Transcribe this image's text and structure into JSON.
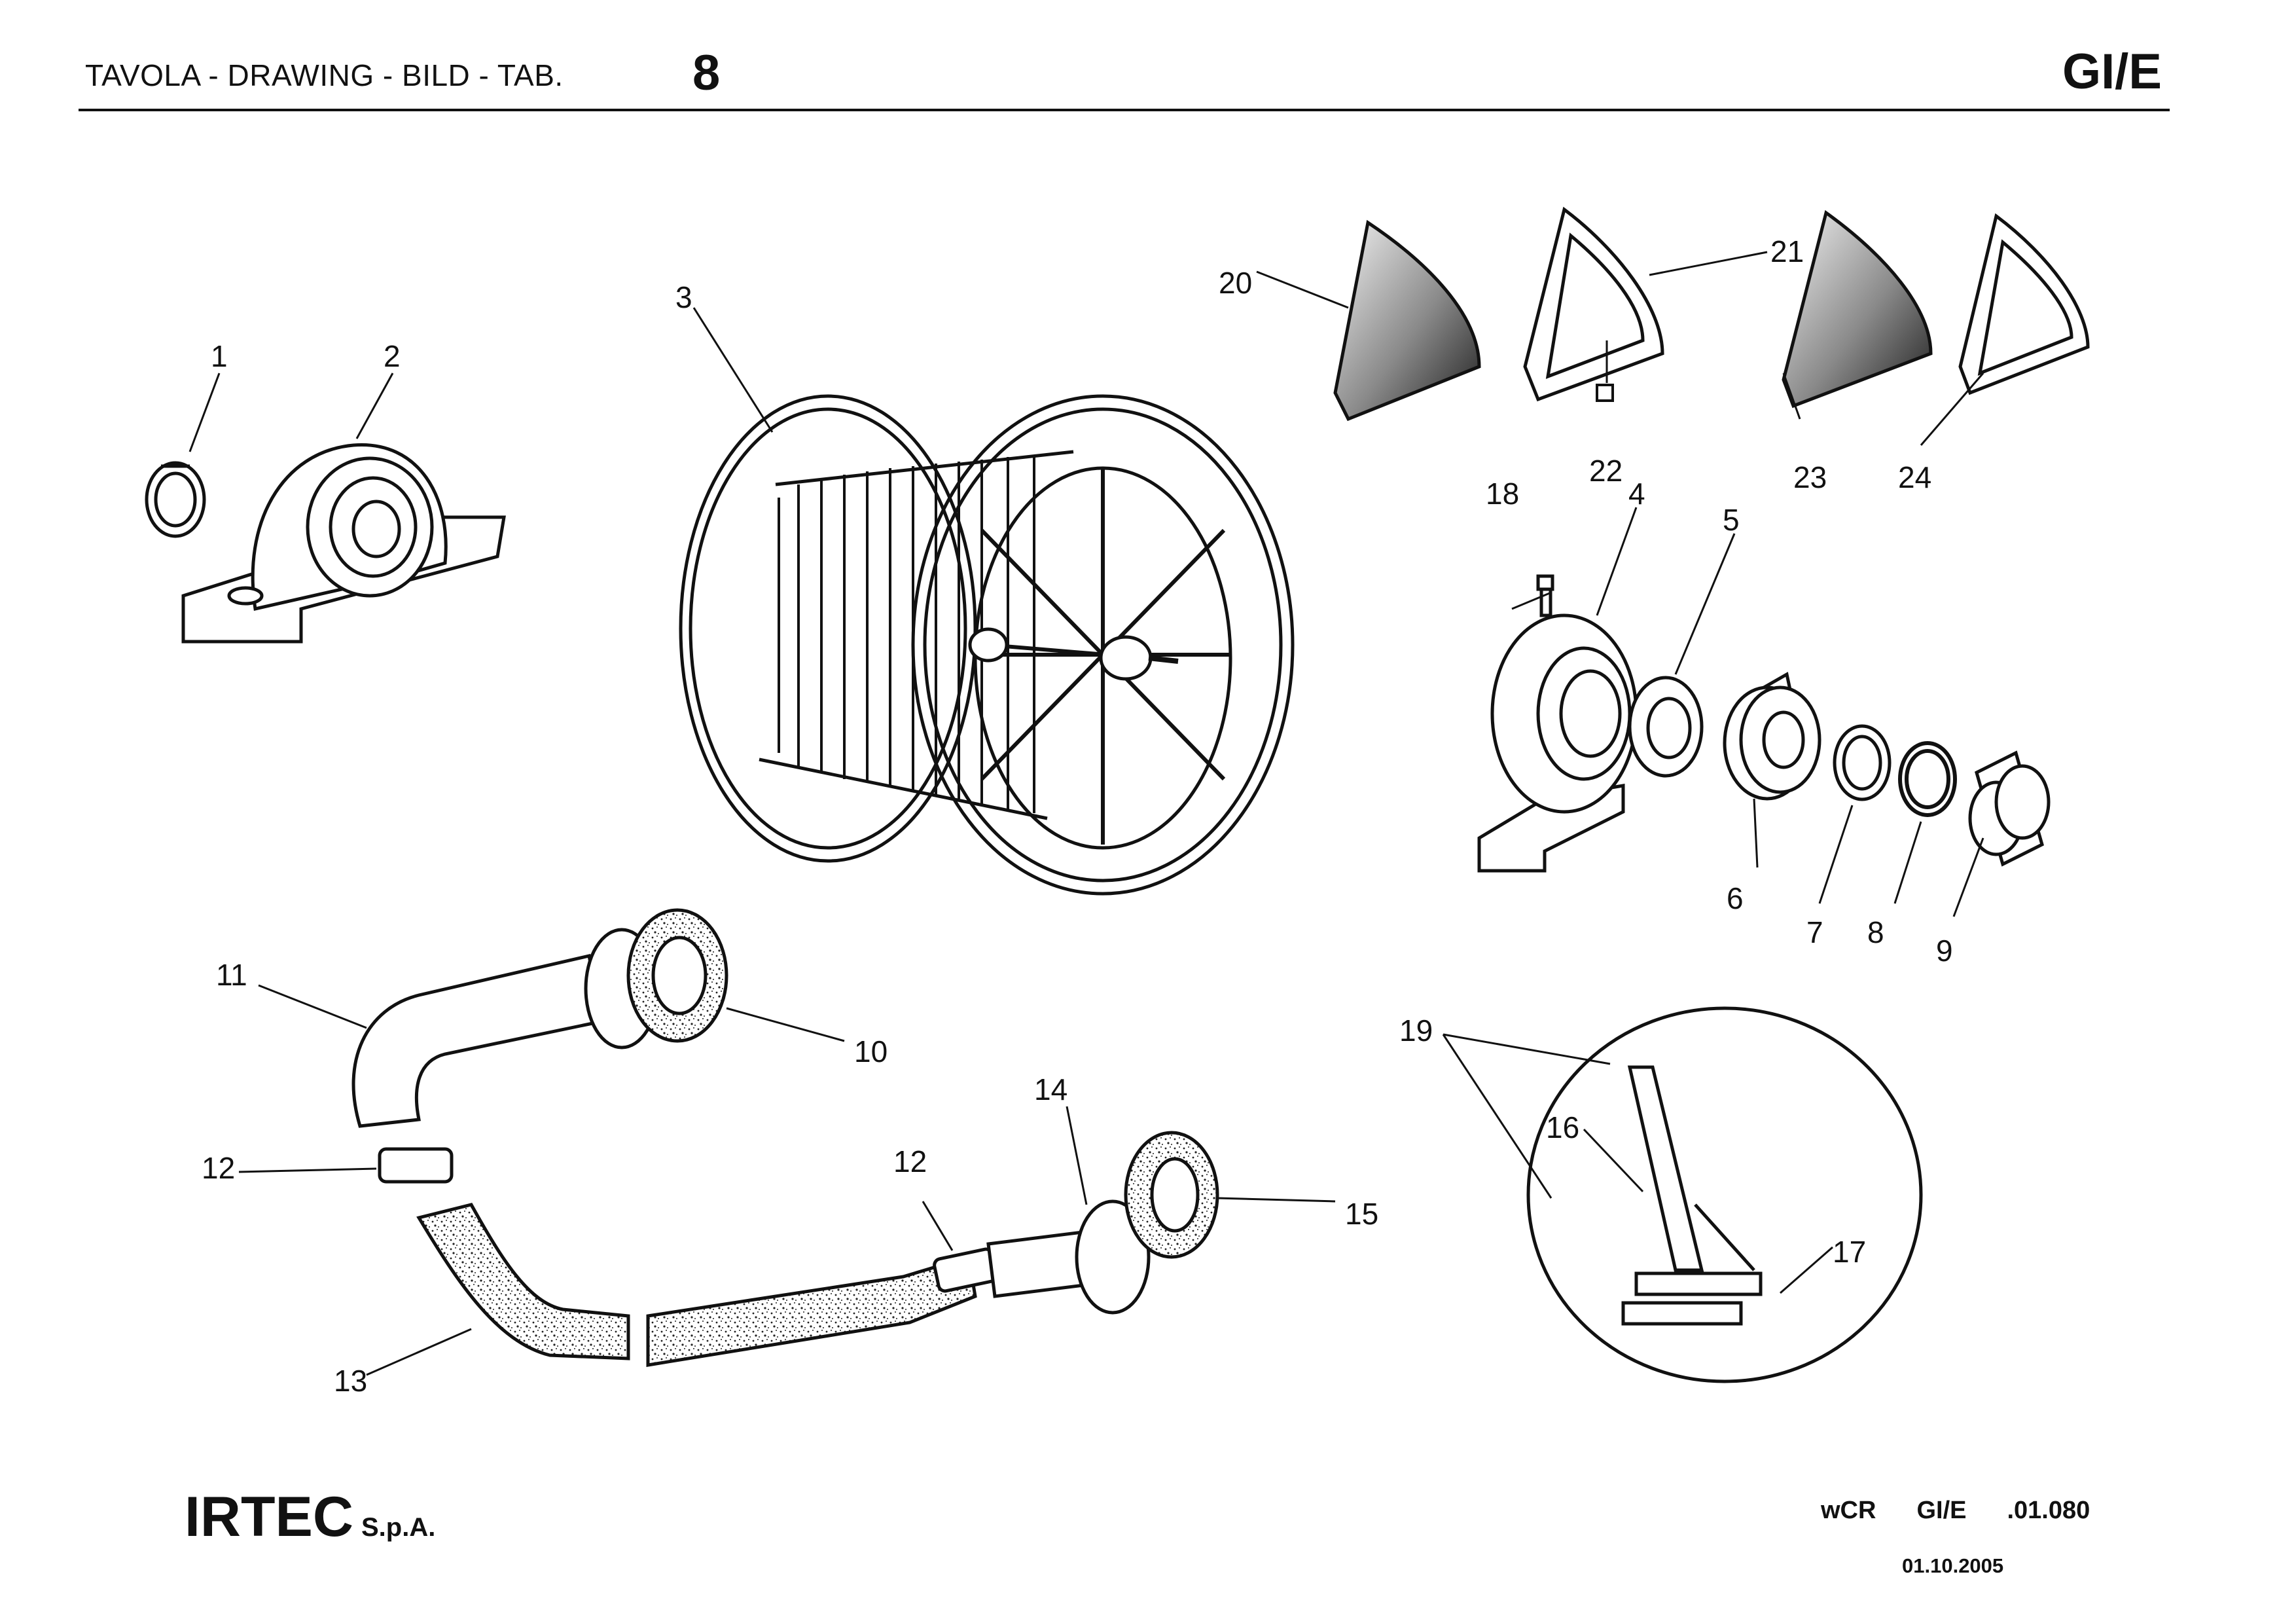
{
  "header": {
    "title": "TAVOLA - DRAWING - BILD - TAB.",
    "table_number": "8",
    "model_code": "GI/E"
  },
  "callouts": [
    "1",
    "2",
    "3",
    "4",
    "5",
    "6",
    "7",
    "8",
    "9",
    "10",
    "11",
    "12",
    "12",
    "13",
    "14",
    "15",
    "16",
    "17",
    "18",
    "19",
    "20",
    "21",
    "22",
    "23",
    "24"
  ],
  "footer": {
    "company": "IRTEC",
    "company_suffix": "S.p.A.",
    "ref_1": "wCR",
    "ref_2": "GI/E",
    "ref_3": ".01.080",
    "date": "01.10.2005"
  }
}
